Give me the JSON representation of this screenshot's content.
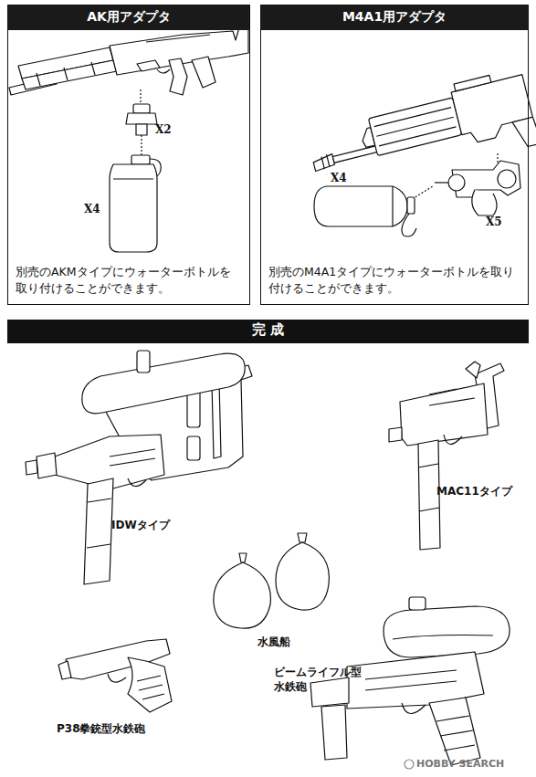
{
  "diagram": {
    "nodes": [
      {
        "text": [
          "AK用アダプタ",
          "別売のAKMタイプにウォーターボトルを取り付けることができます。"
        ]
      },
      {
        "text": [
          "M4A1用アダプタ",
          "別売のM4A1タイプにウォーターボトルを取り付けることができます。"
        ]
      },
      {
        "text": [
          "完 成"
        ]
      }
    ],
    "labels": [
      "X2",
      "X4",
      "X4",
      "X5",
      "IDWタイプ",
      "MAC11タイプ",
      "水風船",
      "P38拳銃型水鉄砲",
      "ビームライフル型 水鉄砲",
      "HOBBY SEARCH"
    ]
  }
}
